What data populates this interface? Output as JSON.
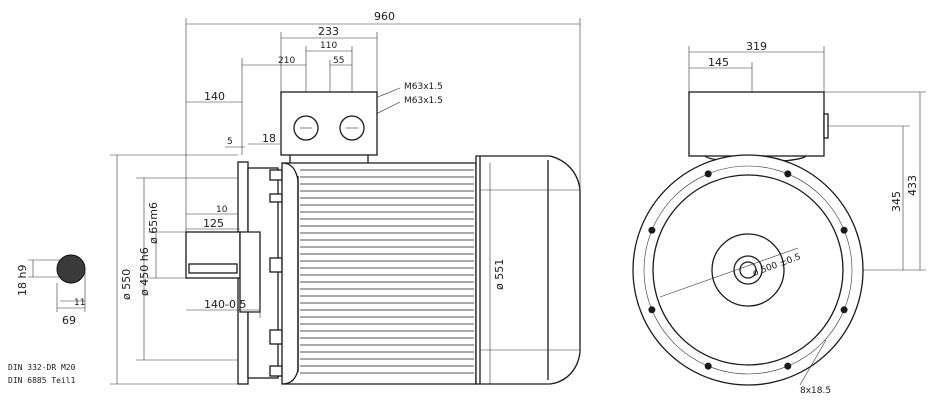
{
  "side_view": {
    "overall_length": "960",
    "terminal_box_width": "233",
    "gland_spacing": "110",
    "gland_offset_1": "210",
    "gland_offset_2": "55",
    "gland_1": "M63x1.5",
    "gland_2": "M63x1.5",
    "flange_to_box": "140",
    "flange_thickness": "18",
    "spigot_depth": "5",
    "shaft_step": "10",
    "shaft_length": "125",
    "shaft_extension": "140-0.5",
    "shaft_diameter": "ø 65m6",
    "spigot_diameter": "ø 450 h6",
    "flange_diameter": "ø 550",
    "frame_diameter": "ø 551"
  },
  "key_section": {
    "key_width": "18 h9",
    "key_depth": "11",
    "shaft_height": "69"
  },
  "end_view": {
    "box_width": "319",
    "box_offset": "145",
    "box_top_height": "433",
    "shaft_height": "345",
    "bolt_circle": "ø 500 ±0.5",
    "holes": "8x18.5"
  },
  "notes": [
    "DIN 332-DR M20",
    "DIN 6885 Teil1"
  ]
}
